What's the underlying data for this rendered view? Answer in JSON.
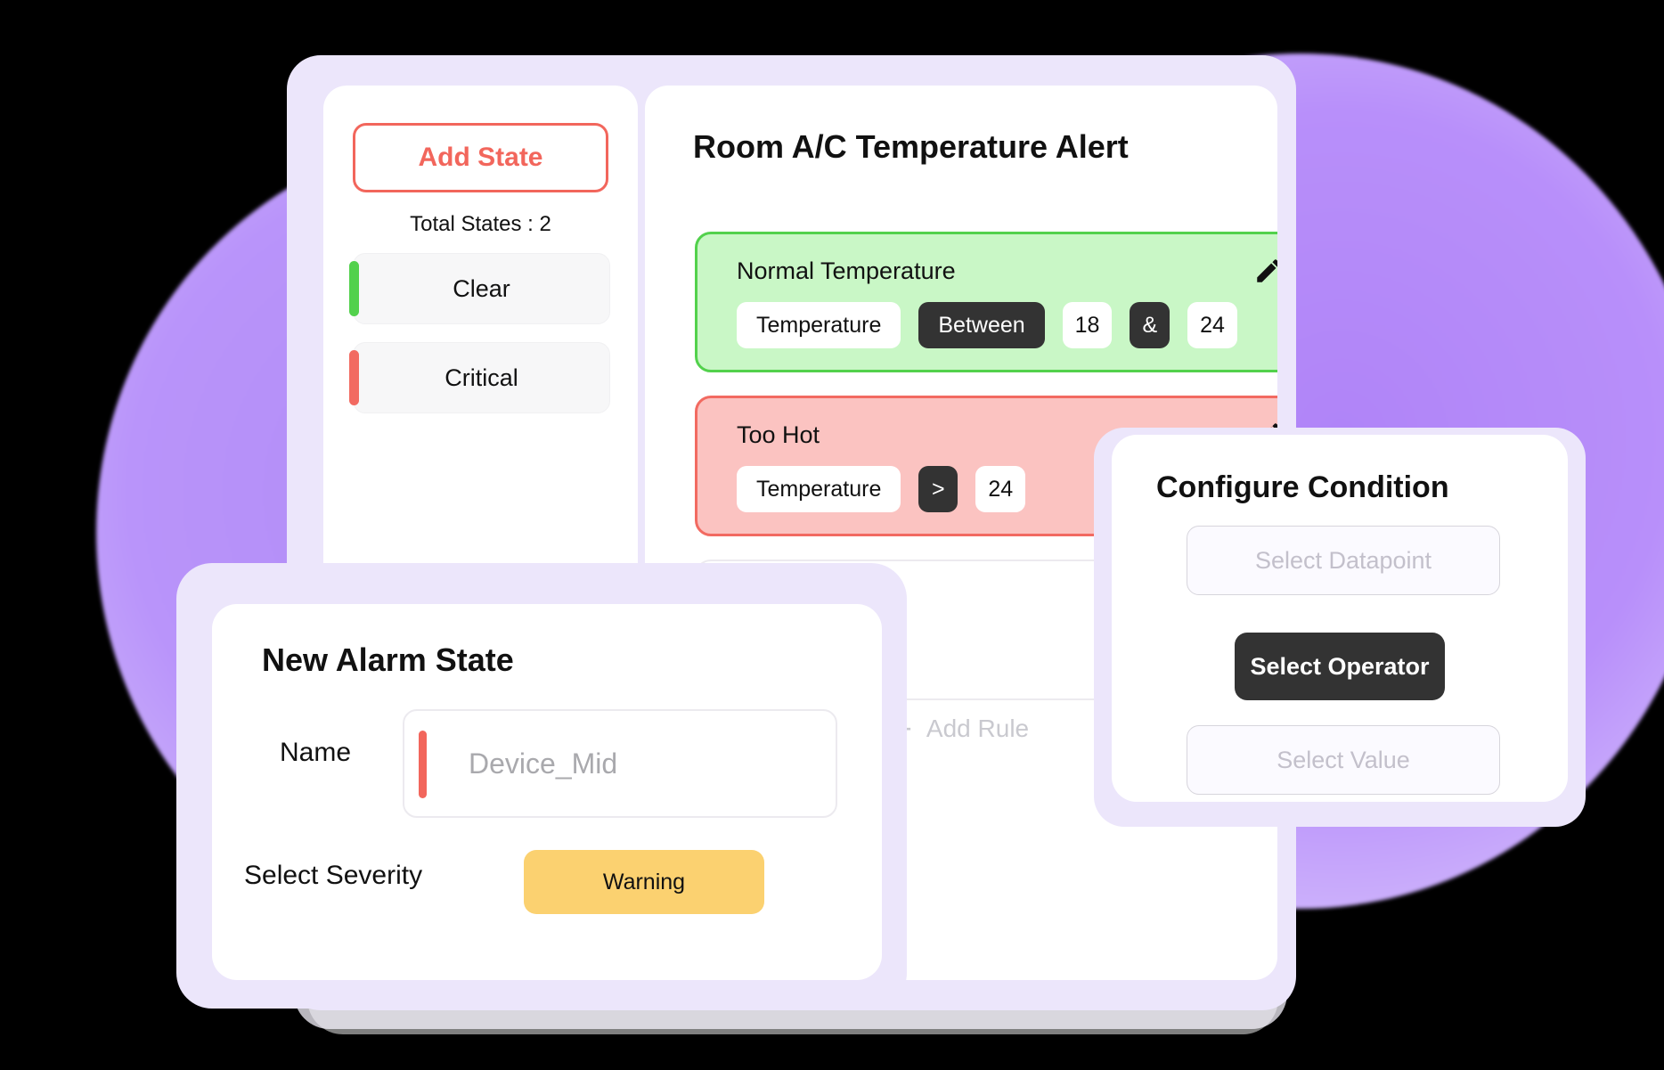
{
  "colors": {
    "accent_red": "#f2665c",
    "accent_green": "#52d14c",
    "card_green_fill": "#c9f7c6",
    "card_red_fill": "#fbc3c1",
    "chip_dark": "#333333",
    "warning_yellow": "#fbd170",
    "frame_lavender": "#ece6fb",
    "blob_purple": "#b18cf7"
  },
  "sidebar": {
    "add_state_label": "Add State",
    "total_states_label": "Total States : 2",
    "states": [
      {
        "label": "Clear",
        "color": "#52d14c"
      },
      {
        "label": "Critical",
        "color": "#f26a61"
      }
    ]
  },
  "rules_panel": {
    "title": "Room A/C Temperature Alert",
    "add_rule_label": "Add Rule",
    "add_rule_icon": "plus-icon",
    "edit_icon": "pencil-icon",
    "rules": [
      {
        "name": "Normal Temperature",
        "severity": "normal",
        "chips": [
          {
            "text": "Temperature",
            "style": "light"
          },
          {
            "text": "Between",
            "style": "dark"
          },
          {
            "text": "18",
            "style": "light"
          },
          {
            "text": "&",
            "style": "dark"
          },
          {
            "text": "24",
            "style": "light"
          }
        ]
      },
      {
        "name": "Too Hot",
        "severity": "critical",
        "chips": [
          {
            "text": "Temperature",
            "style": "light"
          },
          {
            "text": ">",
            "style": "dark"
          },
          {
            "text": "24",
            "style": "light"
          }
        ]
      }
    ]
  },
  "configure_condition": {
    "title": "Configure Condition",
    "datapoint_placeholder": "Select Datapoint",
    "operator_label": "Select Operator",
    "value_placeholder": "Select Value"
  },
  "new_alarm_state": {
    "title": "New Alarm State",
    "name_label": "Name",
    "name_value": "",
    "name_placeholder": "Device_Mid",
    "severity_label": "Select Severity",
    "severity_value": "Warning"
  }
}
